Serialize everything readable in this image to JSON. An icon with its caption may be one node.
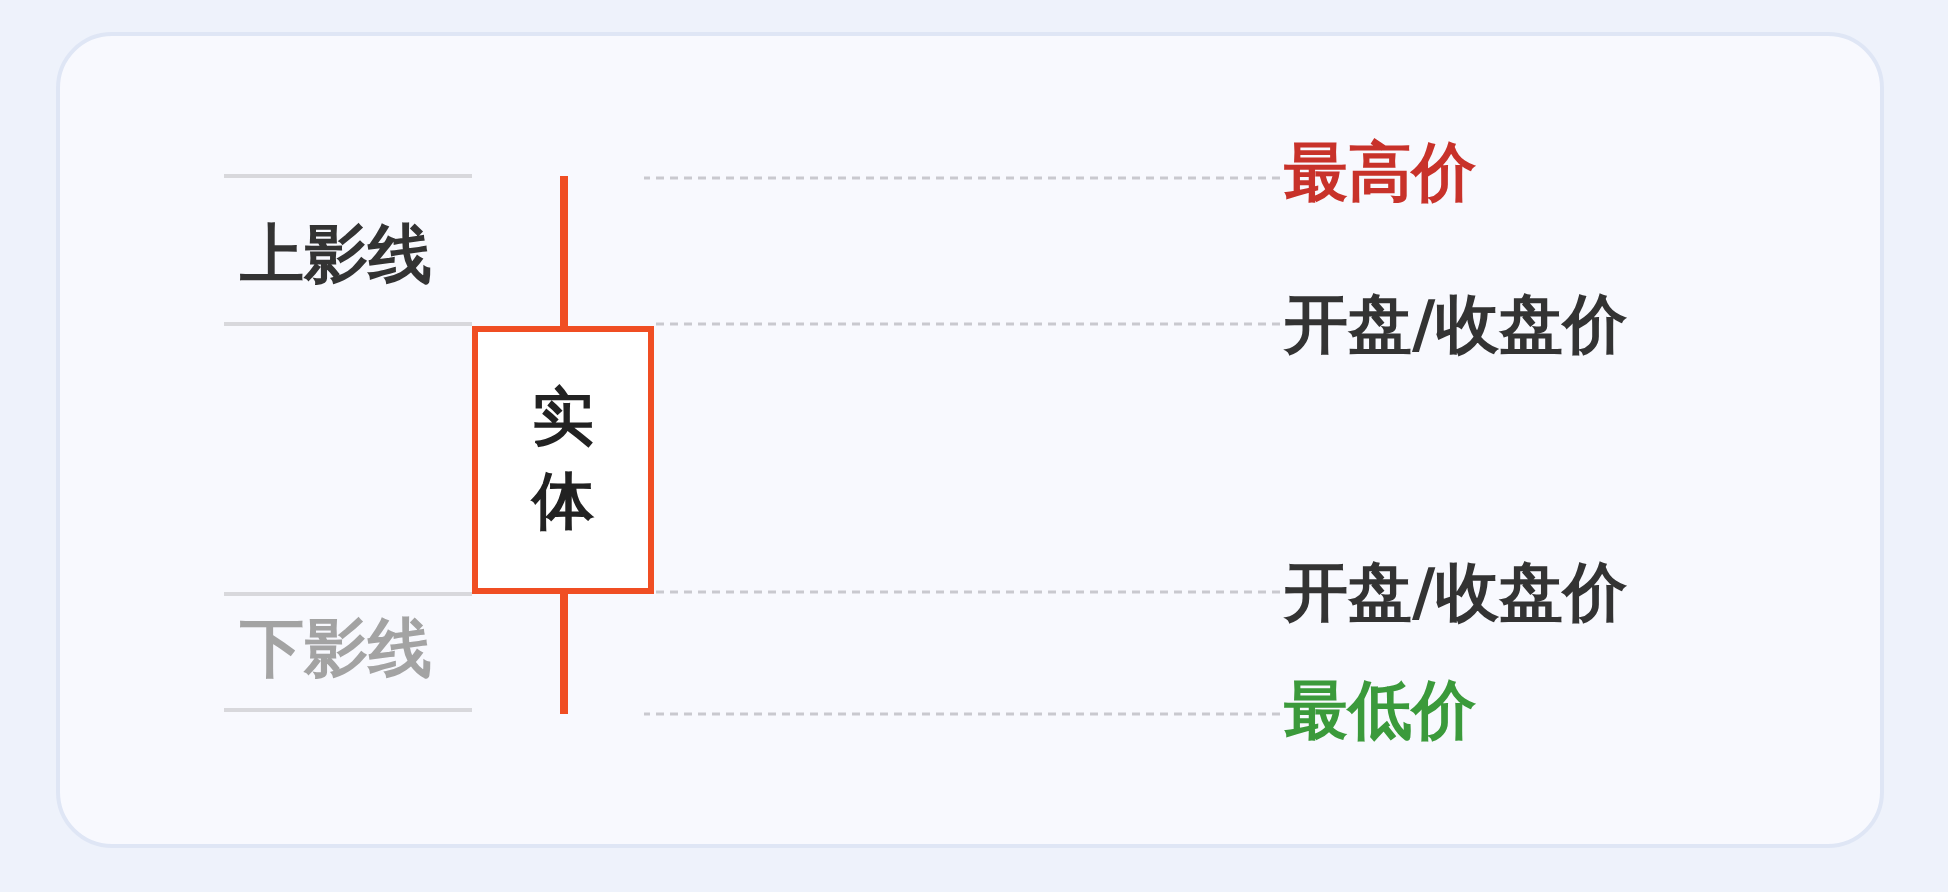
{
  "diagram": {
    "nodes": [
      {
        "text": [
          "实体"
        ]
      },
      {
        "text": [
          "最高价"
        ]
      },
      {
        "text": [
          "开盘/收盘价"
        ]
      },
      {
        "text": [
          "开盘/收盘价"
        ]
      },
      {
        "text": [
          "最低价"
        ]
      }
    ],
    "edges": [
      {
        "from": 1,
        "to": null,
        "arrow": "none",
        "style": "dashed"
      },
      {
        "from": 2,
        "to": 0,
        "arrow": "none",
        "style": "dashed"
      },
      {
        "from": 3,
        "to": 0,
        "arrow": "none",
        "style": "dashed"
      },
      {
        "from": 4,
        "to": null,
        "arrow": "none",
        "style": "dashed"
      }
    ],
    "labels": [
      "上影线",
      "下影线"
    ]
  }
}
